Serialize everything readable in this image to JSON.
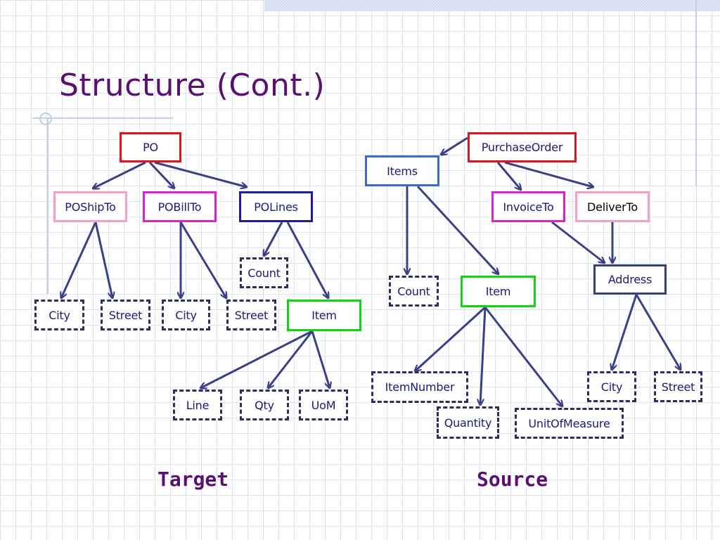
{
  "title": "Structure (Cont.)",
  "target": {
    "caption": "Target",
    "nodes": {
      "po": "PO",
      "poshipto": "POShipTo",
      "pobillto": "POBillTo",
      "polines": "POLines",
      "count": "Count",
      "city_ship": "City",
      "street_ship": "Street",
      "city_bill": "City",
      "street_bill": "Street",
      "item": "Item",
      "line": "Line",
      "qty": "Qty",
      "uom": "UoM"
    }
  },
  "source": {
    "caption": "Source",
    "nodes": {
      "purchaseorder": "PurchaseOrder",
      "items": "Items",
      "invoiceto": "InvoiceTo",
      "deliverto": "DeliverTo",
      "count": "Count",
      "item": "Item",
      "address": "Address",
      "itemnumber": "ItemNumber",
      "quantity": "Quantity",
      "unitofmeasure": "UnitOfMeasure",
      "city": "City",
      "street": "Street"
    }
  },
  "colors": {
    "title": "#5a1070",
    "node_text": "#1a1a78",
    "edge": "#3a4088",
    "root_border": "#e0141c",
    "items_border": "#3a6bc8",
    "item_border": "#14d214",
    "dashed_border": "#2e2e5e"
  }
}
